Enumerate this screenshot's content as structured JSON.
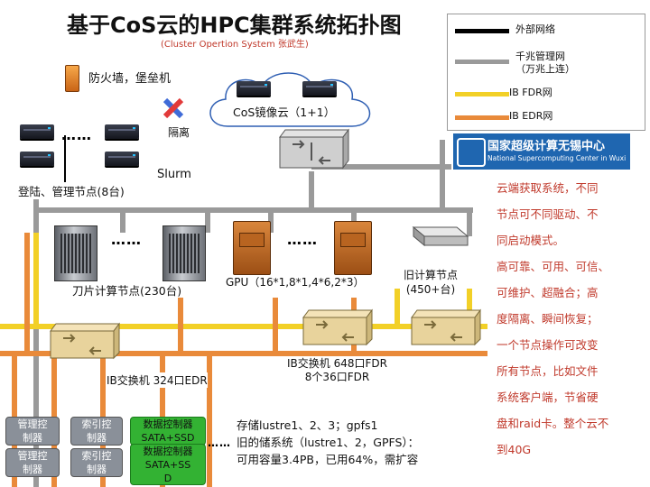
{
  "title": "基于CoS云的HPC集群系统拓扑图",
  "subtitle": "(Cluster Opertion System 张武生)",
  "legend": [
    {
      "label": "外部网络",
      "color": "#000000"
    },
    {
      "label": "千兆管理网\n（万兆上连）",
      "color": "#9a9a9a"
    },
    {
      "label": "IB FDR网",
      "color": "#f2d027"
    },
    {
      "label": "IB EDR网",
      "color": "#e98a3a"
    }
  ],
  "firewall_label": "防火墙，堡垒机",
  "isolation_label": "隔离",
  "cloud_label": "CoS镜像云（1+1）",
  "login_nodes_label": "登陆、管理节点(8台)",
  "slurm_label": "Slurm",
  "blade_label": "刀片计算节点(230台)",
  "gpu_label": "GPU（16*1,8*1,4*6,2*3）",
  "old_nodes_label": "旧计算节点\n(450+台)",
  "ib_fdr_switch_label": "IB交换机 648口FDR\n8个36口FDR",
  "ib_edr_switch_label": "IB交换机 324口EDR",
  "storage_boxes": {
    "mgmt_ctrl_1": "管理控\n制器",
    "mgmt_ctrl_2": "管理控\n制器",
    "index_ctrl_1": "索引控\n制器",
    "index_ctrl_2": "索引控\n制器",
    "data_ctrl_1": "数据控制器\nSATA+SSD",
    "data_ctrl_2": "数据控制器\nSATA+SS\nD"
  },
  "storage_text": "存储lustre1、2、3；gpfs1\n旧的储系统（lustre1、2，GPFS）：\n可用容量3.4PB，已用64%，需扩容",
  "logo_text_cn": "国家超级计算无锡中心",
  "logo_text_en": "National Supercomputing Center in Wuxi",
  "right_text": [
    "云端获取系统，不同",
    "节点可不同驱动、不",
    "同启动模式。",
    "高可靠、可用、可信、",
    "可维护、超融合；高",
    "度隔离、瞬间恢复；",
    "一个节点操作可改变",
    "所有节点，比如文件",
    "系统客户端，节省硬",
    "盘和raid卡。整个云不",
    "到40G"
  ],
  "dots": "……"
}
